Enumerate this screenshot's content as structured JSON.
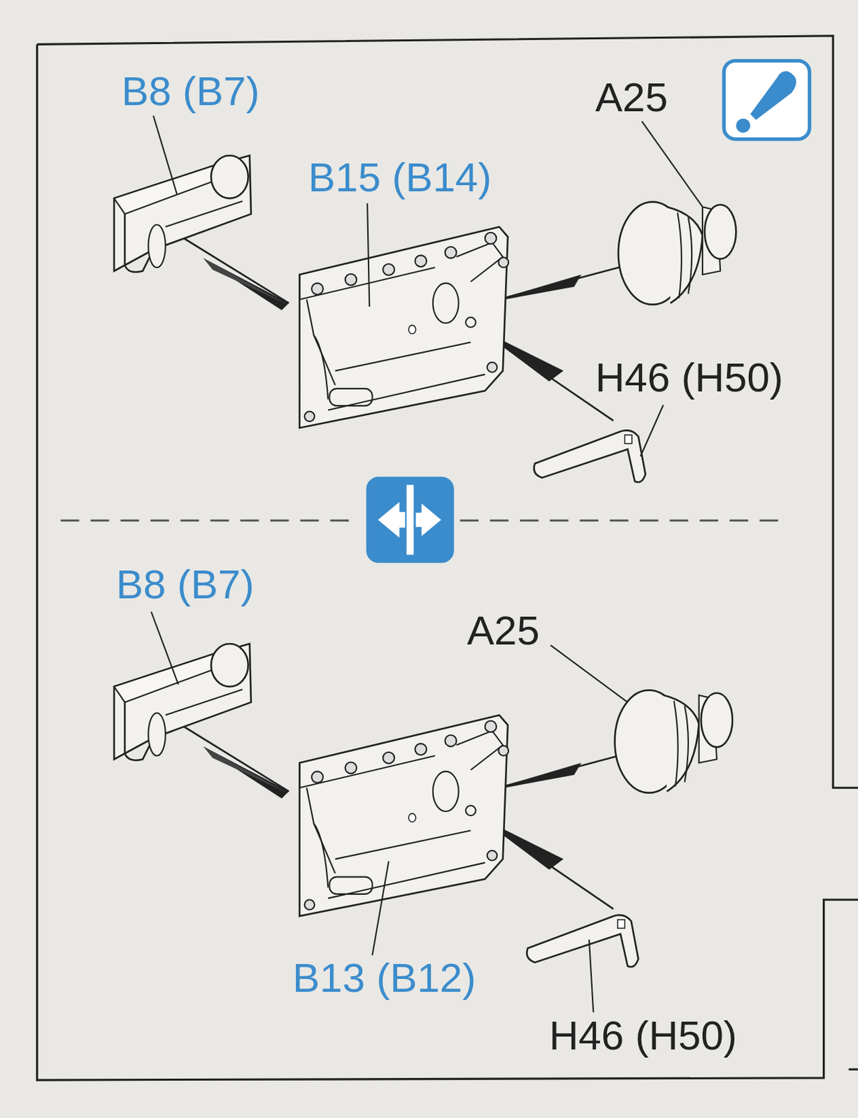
{
  "diagram": {
    "labels": [
      "B8 (B7)",
      "B15 (B14)",
      "A25",
      "H46 (H50)",
      "B8 (B7)",
      "A25",
      "B13 (B12)",
      "H46 (H50)"
    ]
  }
}
